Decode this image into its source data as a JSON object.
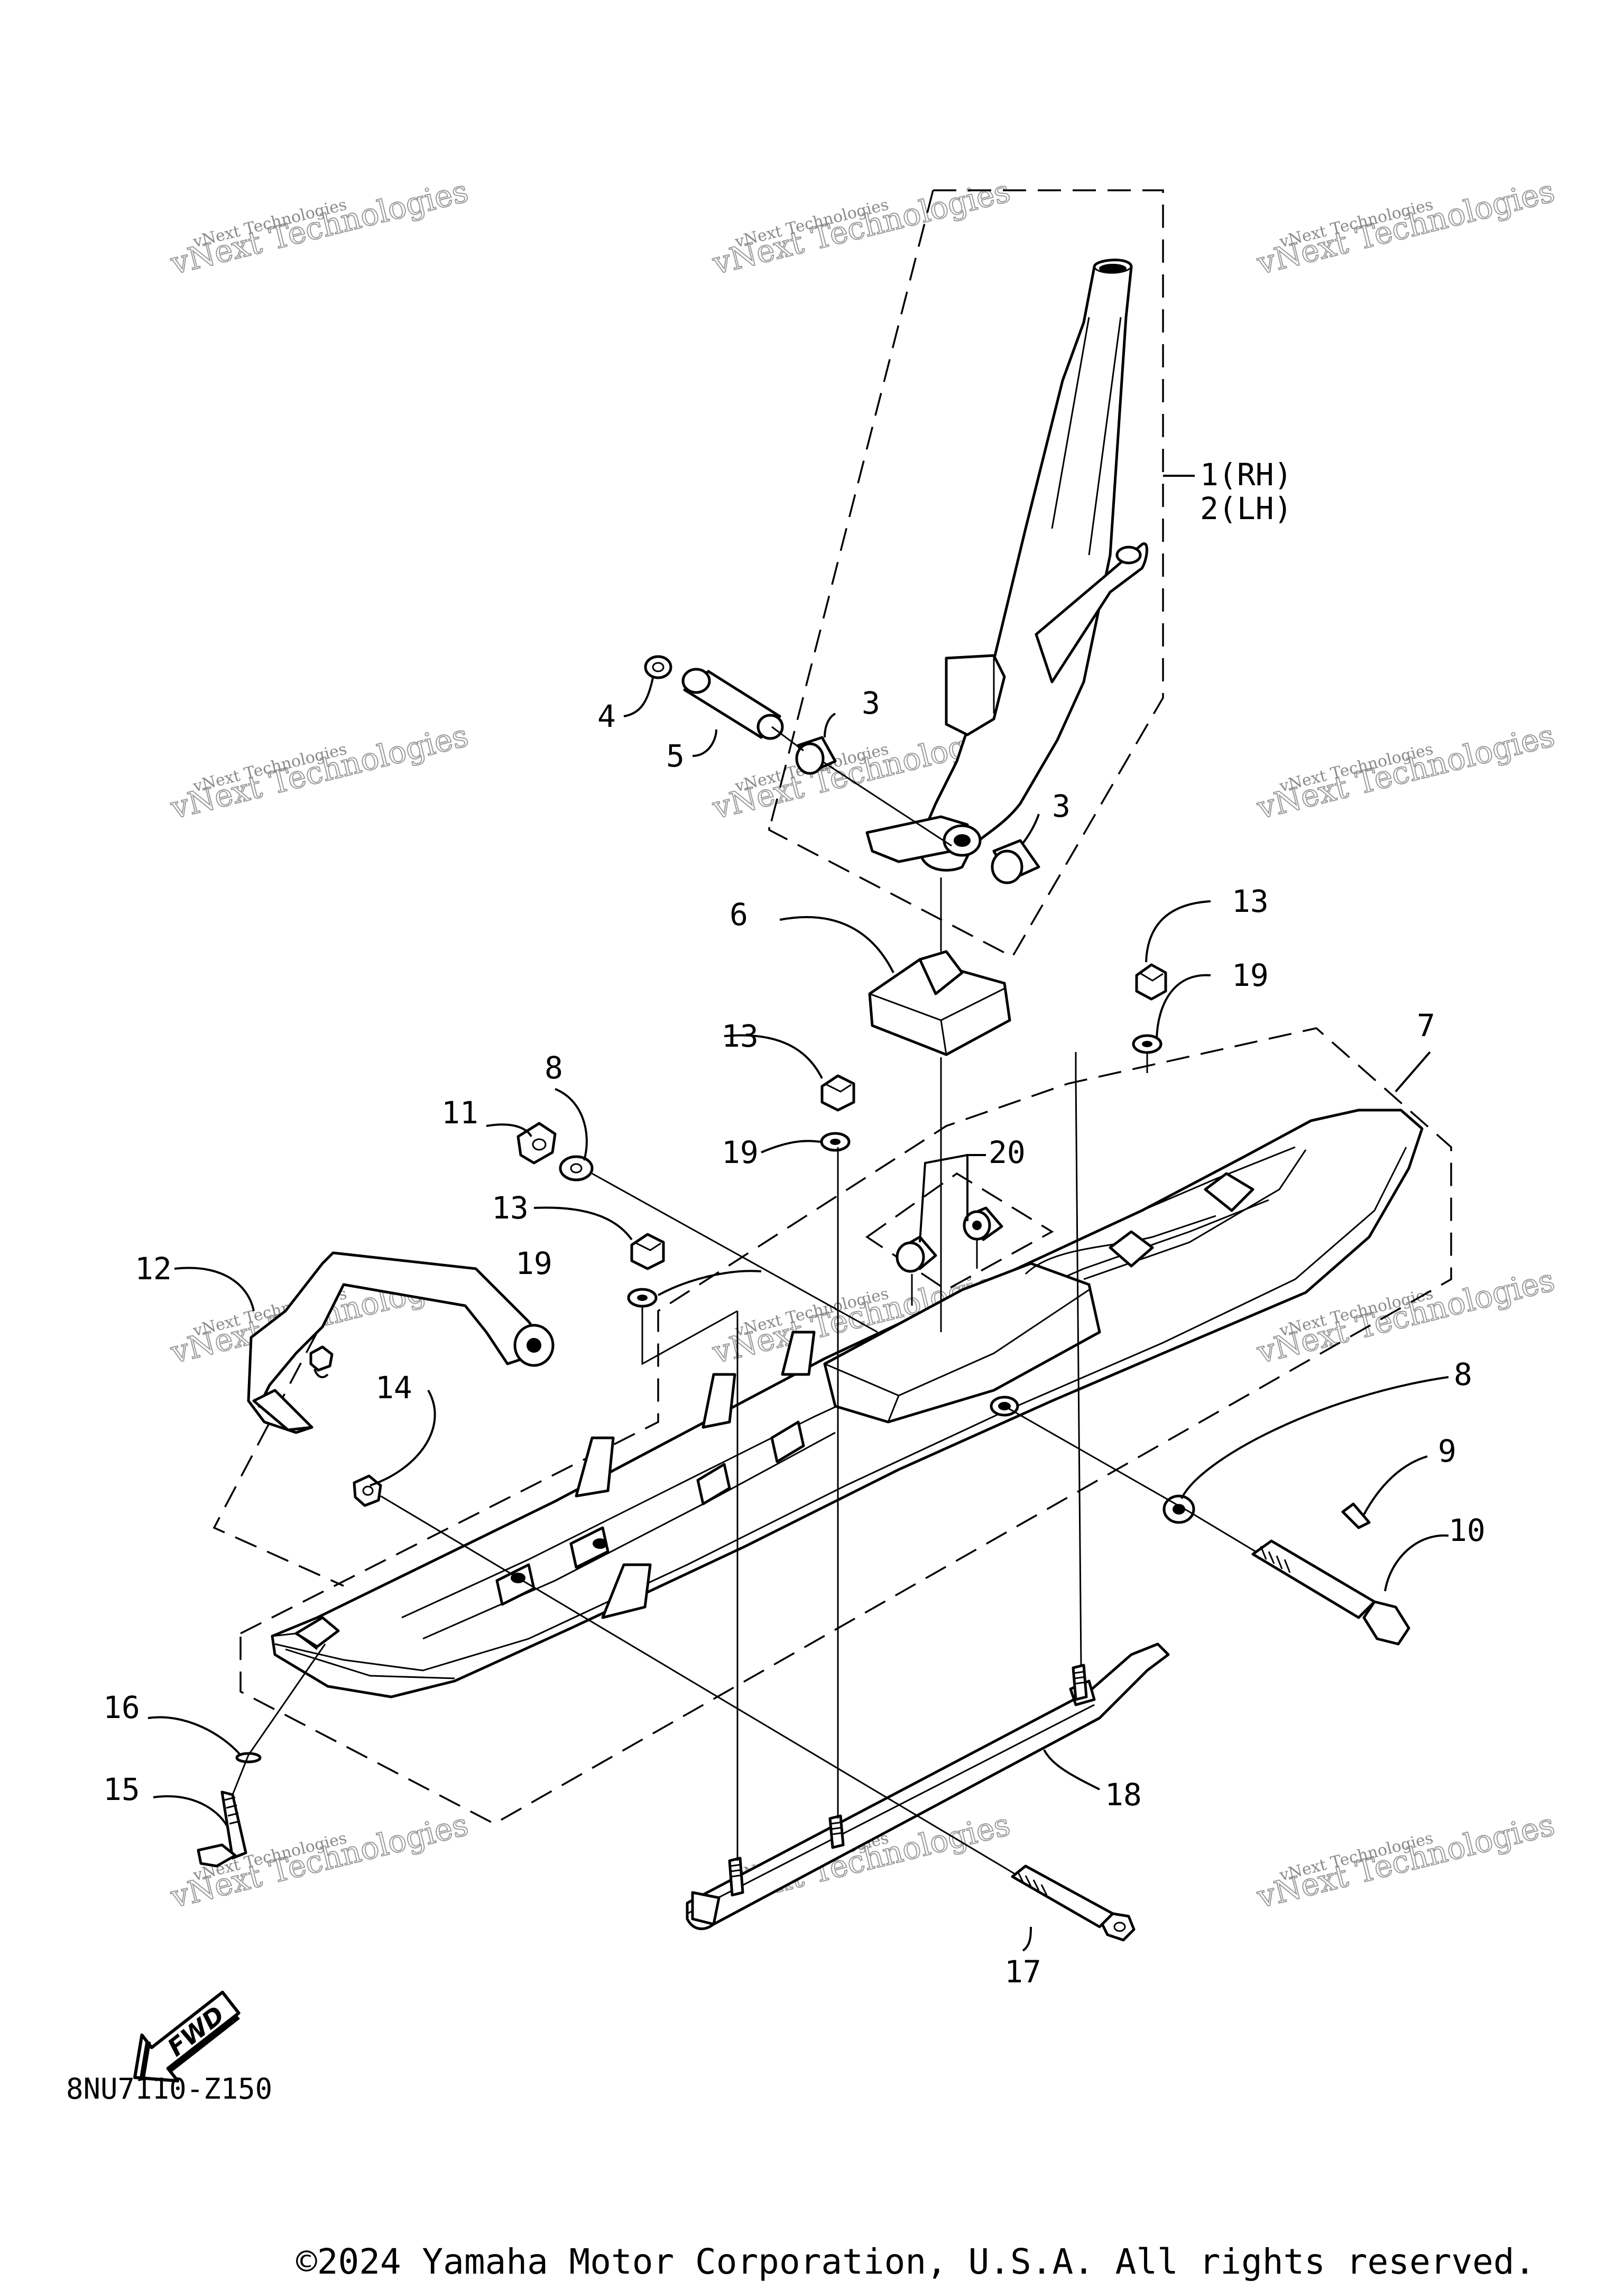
{
  "callouts": {
    "c1": "1(RH)",
    "c2": "2(LH)",
    "c3a": "3",
    "c3b": "3",
    "c4": "4",
    "c5": "5",
    "c6": "6",
    "c7": "7",
    "c8a": "8",
    "c8b": "8",
    "c9": "9",
    "c10": "10",
    "c11": "11",
    "c12": "12",
    "c13a": "13",
    "c13b": "13",
    "c13c": "13",
    "c14": "14",
    "c15": "15",
    "c16": "16",
    "c17": "17",
    "c18": "18",
    "c19a": "19",
    "c19b": "19",
    "c19c": "19",
    "c20": "20"
  },
  "watermark": {
    "line1": "vNext Technologies",
    "line2": "vNext Technologies"
  },
  "fwd_arrow": "FWD",
  "diagram_code": "8NU7110-Z150",
  "copyright": "©2024 Yamaha Motor Corporation, U.S.A. All rights reserved."
}
